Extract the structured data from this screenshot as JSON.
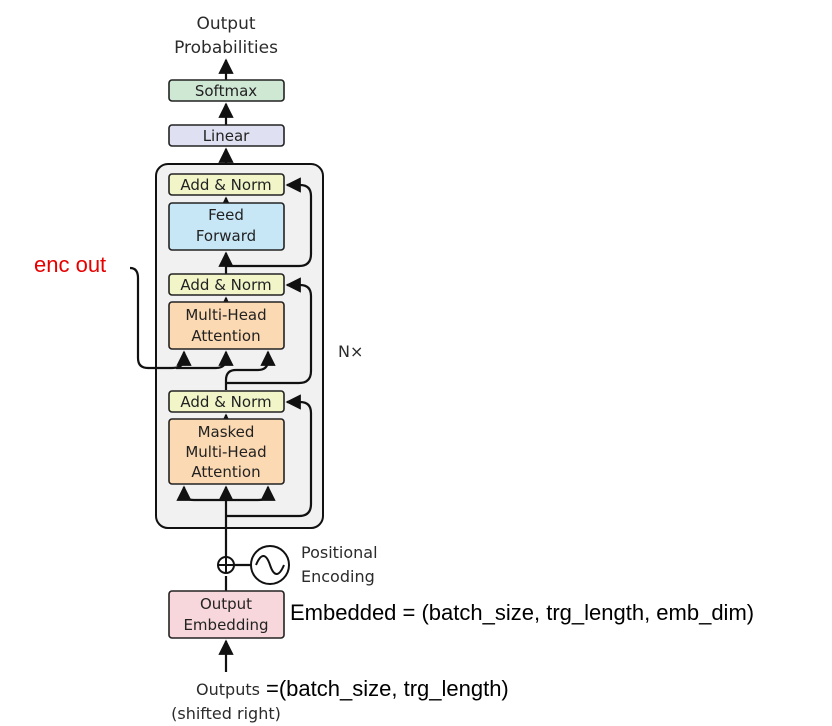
{
  "diagram": {
    "output_label_1": "Output",
    "output_label_2": "Probabilities",
    "softmax": "Softmax",
    "linear": "Linear",
    "add_norm_top": "Add & Norm",
    "feed_forward_1": "Feed",
    "feed_forward_2": "Forward",
    "add_norm_mid": "Add & Norm",
    "mha_1": "Multi-Head",
    "mha_2": "Attention",
    "add_norm_bottom": "Add & Norm",
    "masked_1": "Masked",
    "masked_2": "Multi-Head",
    "masked_3": "Attention",
    "nx": "N×",
    "pos_enc_1": "Positional",
    "pos_enc_2": "Encoding",
    "out_emb_1": "Output",
    "out_emb_2": "Embedding",
    "outputs_1": "Outputs",
    "outputs_2": "(shifted right)"
  },
  "annotations": {
    "enc_out": "enc out",
    "embedded_shape": "Embedded = (batch_size, trg_length, emb_dim)",
    "outputs_shape": "=(batch_size, trg_length)"
  },
  "colors": {
    "softmax_fill": "#cfe8d4",
    "linear_fill": "#dfe0f1",
    "add_norm_fill": "#f2f5c8",
    "feed_forward_fill": "#c7e7f6",
    "attention_fill": "#fbd9b2",
    "embedding_fill": "#f7d7db",
    "stack_fill": "#f1f1f1",
    "annotation_red": "#e60000"
  }
}
